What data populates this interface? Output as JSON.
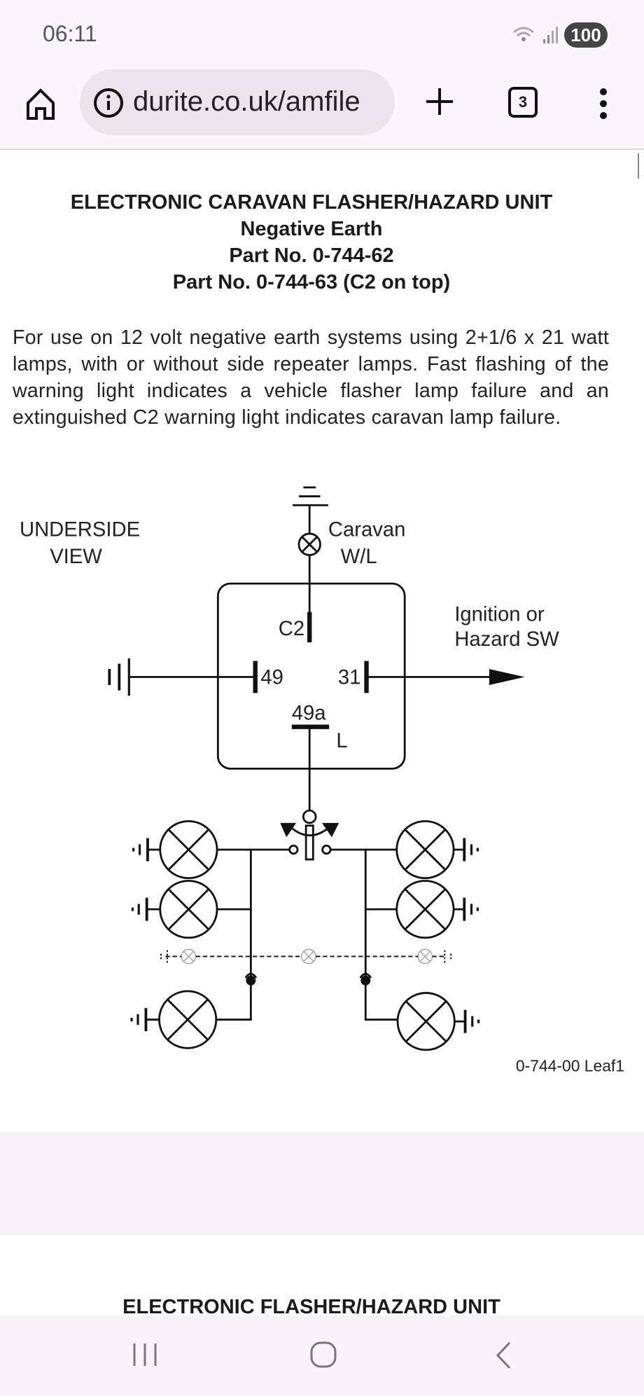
{
  "status_bar": {
    "time": "06:11",
    "battery": "100",
    "icons": [
      "wifi-icon",
      "signal-icon"
    ]
  },
  "browser": {
    "url": "durite.co.uk/amfile",
    "tab_count": "3",
    "icons": [
      "home-icon",
      "info-icon",
      "plus-icon",
      "tabs-icon",
      "menu-icon"
    ]
  },
  "document": {
    "title_lines": [
      "ELECTRONIC CARAVAN FLASHER/HAZARD UNIT",
      "Negative Earth",
      "Part No. 0-744-62",
      "Part No. 0-744-63 (C2 on top)"
    ],
    "description": "For use on 12 volt negative earth systems using 2+1/6 x 21 watt lamps, with or without side repeater lamps. Fast flashing of the warning light indicates a vehicle flasher lamp failure and an extinguished C2 warning light indicates caravan lamp failure.",
    "diagram": {
      "view_label_1": "UNDERSIDE",
      "view_label_2": "VIEW",
      "caravan_1": "Caravan",
      "caravan_2": "W/L",
      "ignition_1": "Ignition or",
      "ignition_2": "Hazard SW",
      "terminal_c2": "C2",
      "terminal_49": "49",
      "terminal_31": "31",
      "terminal_49a": "49a",
      "terminal_l": "L",
      "reference": "0-744-00 Leaf1"
    },
    "next_heading": "ELECTRONIC FLASHER/HAZARD UNIT"
  },
  "nav_bar": {
    "icons": [
      "recents-icon",
      "home-button-icon",
      "back-icon"
    ]
  }
}
